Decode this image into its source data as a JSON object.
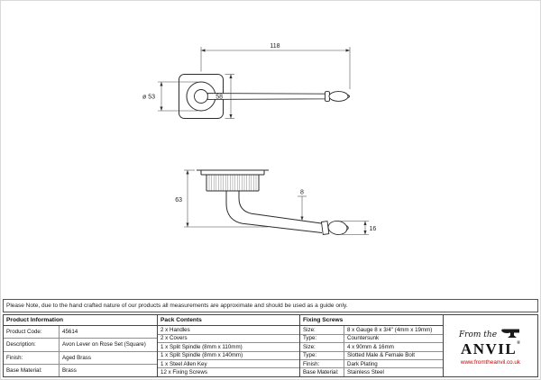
{
  "note": "Please Note, due to the hand crafted nature of our products all measurements are approximate and should be used as a guide only.",
  "drawing": {
    "dim_length": "118",
    "dim_rose_diameter": "ø 53",
    "dim_square": "58",
    "dim_projection": "63",
    "dim_neck": "8",
    "dim_knob": "16"
  },
  "product_info": {
    "header": "Product Information",
    "rows": [
      {
        "label": "Product Code:",
        "value": "45614"
      },
      {
        "label": "Description:",
        "value": "Avon Lever on Rose Set (Square)"
      },
      {
        "label": "Finish:",
        "value": "Aged Brass"
      },
      {
        "label": "Base Material:",
        "value": "Brass"
      }
    ]
  },
  "pack_contents": {
    "header": "Pack Contents",
    "items": [
      "2 x Handles",
      "2 x Covers",
      "1 x Split Spindle (8mm x 110mm)",
      "1 x Split Spindle (8mm x 140mm)",
      "1 x Steel Allen Key",
      "12 x Fixing Screws"
    ]
  },
  "fixing_screws": {
    "header": "Fixing Screws",
    "rows": [
      {
        "label": "Size:",
        "value": "8 x Gauge 8 x 3/4\" (4mm x 19mm)"
      },
      {
        "label": "Type:",
        "value": "Countersunk"
      },
      {
        "label": "Size:",
        "value": "4 x 90mm & 16mm"
      },
      {
        "label": "Type:",
        "value": "Slotted Male & Female Bolt"
      },
      {
        "label": "Finish:",
        "value": "Dark Plating"
      },
      {
        "label": "Base Material:",
        "value": "Stainless Steel"
      }
    ]
  },
  "logo": {
    "tagline": "From the",
    "name": "ANVIL",
    "reg": "®",
    "website": "www.fromtheanvil.co.uk"
  }
}
